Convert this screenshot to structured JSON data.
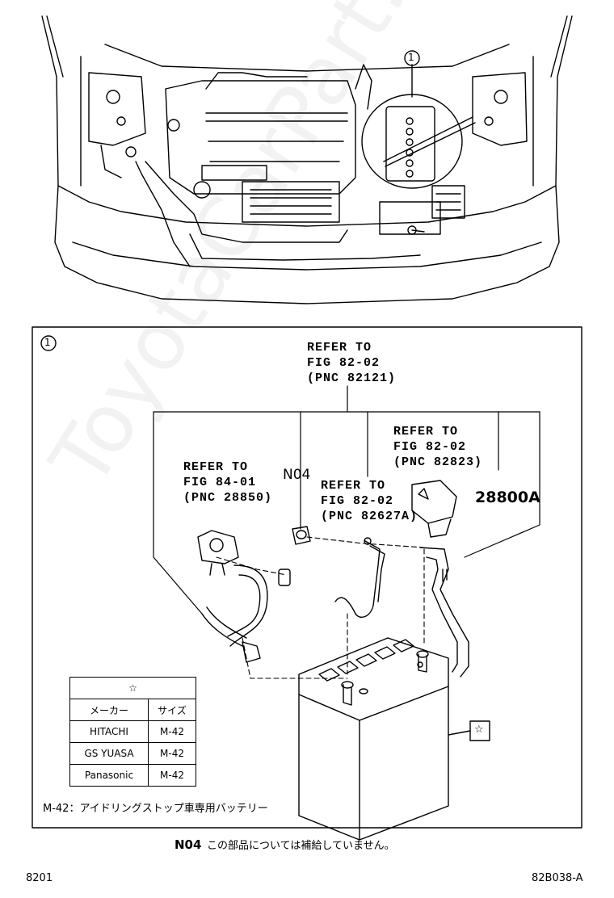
{
  "top_callout": "1",
  "detail": {
    "callout": "1",
    "ref_82121": [
      "REFER TO",
      "FIG 82-02",
      "(PNC 82121)"
    ],
    "ref_82823": [
      "REFER TO",
      "FIG 82-02",
      "(PNC 82823)"
    ],
    "ref_28850": [
      "REFER TO",
      "FIG 84-01",
      "(PNC 28850)"
    ],
    "ref_82627a": [
      "REFER TO",
      "FIG 82-02",
      "(PNC 82627A)"
    ],
    "part_n04": "N04",
    "part_28800a": "28800A",
    "star_symbol": "☆"
  },
  "battery_table": {
    "header_symbol": "☆",
    "columns": [
      "メーカー",
      "サイズ"
    ],
    "rows": [
      [
        "HITACHI",
        "M-42"
      ],
      [
        "GS YUASA",
        "M-42"
      ],
      [
        "Panasonic",
        "M-42"
      ]
    ]
  },
  "notes": {
    "m42_note": "M-42：アイドリングストップ車専用バッテリー",
    "n04_code": "N04",
    "n04_note": "この部品については補給していません。"
  },
  "footer": {
    "left": "8201",
    "right": "82B038-A"
  },
  "watermark": "ToyotaCarPart.com"
}
